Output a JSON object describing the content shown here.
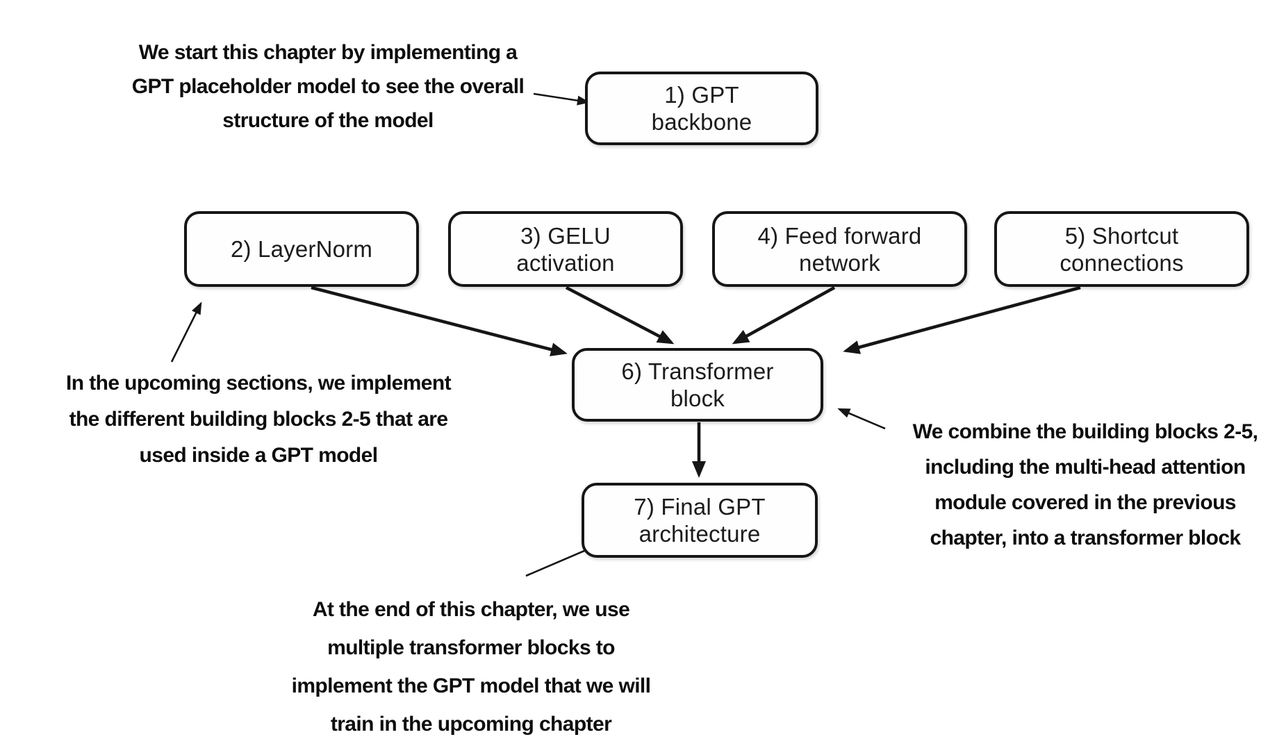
{
  "diagram": {
    "background": "#ffffff",
    "stroke_color": "#161616",
    "nodes": {
      "gpt_backbone": {
        "line1": "1) GPT",
        "line2": "backbone"
      },
      "layernorm": {
        "line1": "2) LayerNorm"
      },
      "gelu": {
        "line1": "3) GELU",
        "line2": "activation"
      },
      "feed_forward": {
        "line1": "4) Feed forward",
        "line2": "network"
      },
      "shortcut": {
        "line1": "5) Shortcut",
        "line2": "connections"
      },
      "transformer_block": {
        "line1": "6) Transformer",
        "line2": "block"
      },
      "final_gpt": {
        "line1": "7) Final GPT",
        "line2": "architecture"
      }
    },
    "annotations": {
      "intro": {
        "line1": "We start this chapter by implementing a",
        "line2": "GPT placeholder model to see the overall",
        "line3": "structure of the model"
      },
      "blocks": {
        "line1": "In the upcoming sections, we implement",
        "line2": "the different building blocks 2-5 that are",
        "line3": "used inside a GPT model"
      },
      "combine": {
        "line1": "We combine the building blocks 2-5,",
        "line2": "including the multi-head attention",
        "line3": "module covered in the previous",
        "line4": "chapter, into a transformer block"
      },
      "final": {
        "line1": "At the end of this chapter, we use",
        "line2": "multiple transformer blocks to",
        "line3": "implement the GPT model that we will",
        "line4": "train in the upcoming chapter"
      }
    }
  }
}
